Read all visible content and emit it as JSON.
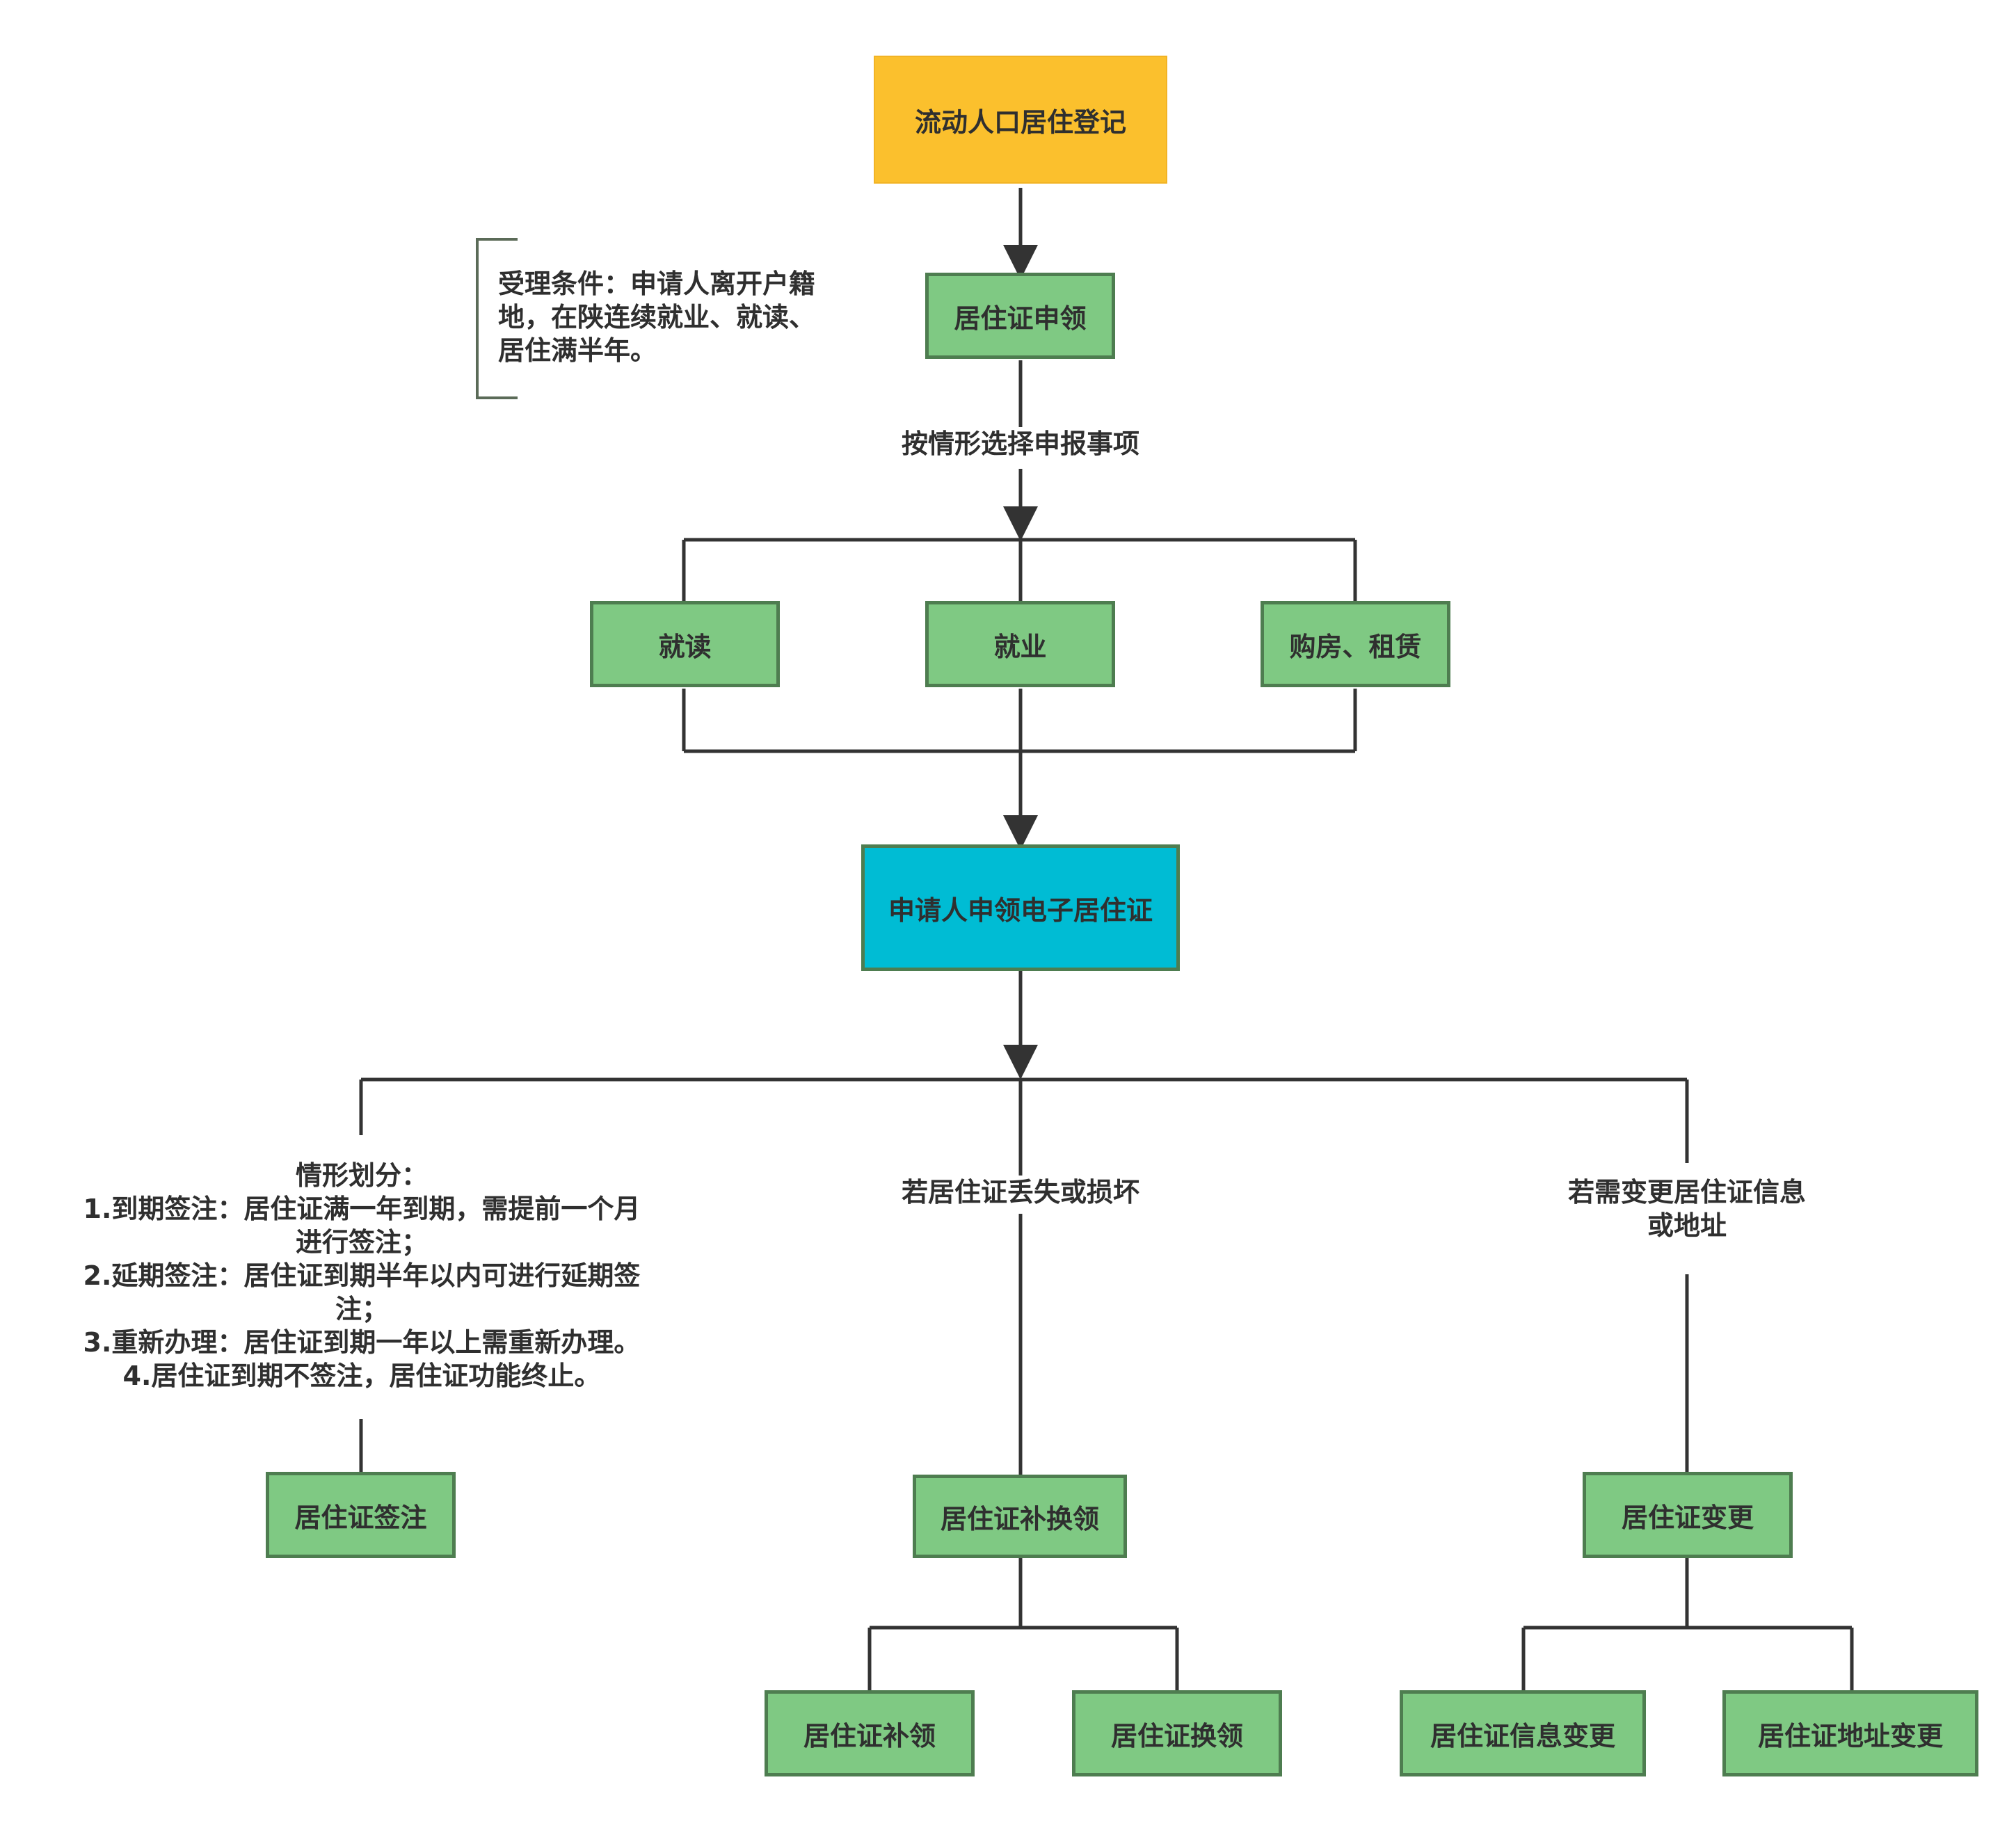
{
  "colors": {
    "top": "#fbc02d",
    "green": "#7fc983",
    "cyan": "#00bcd4",
    "border": "#4e7d50",
    "line": "#333333"
  },
  "nodes": {
    "start": "流动人口居住登记",
    "apply": "居住证申领",
    "study": "就读",
    "work": "就业",
    "house": "购房、租赁",
    "e_card": "申请人申领电子居住证",
    "endorse": "居住证签注",
    "reissue": "居住证补换领",
    "change": "居住证变更",
    "reissue_lost": "居住证补领",
    "replace": "居住证换领",
    "info_change": "居住证信息变更",
    "addr_change": "居住证地址变更"
  },
  "labels": {
    "select": "按情形选择申报事项",
    "lost": "若居住证丢失或损坏",
    "change": [
      "若需变更居住证信息",
      "或地址"
    ]
  },
  "condition": [
    "受理条件：申请人离开户籍",
    "地，在陕连续就业、就读、",
    "居住满半年。"
  ],
  "situations": [
    "情形划分：",
    "1.到期签注：居住证满一年到期，需提前一个月",
    "进行签注；",
    "2.延期签注：居住证到期半年以内可进行延期签",
    "注；",
    "3.重新办理：居住证到期一年以上需重新办理。",
    "4.居住证到期不签注，居住证功能终止。"
  ]
}
